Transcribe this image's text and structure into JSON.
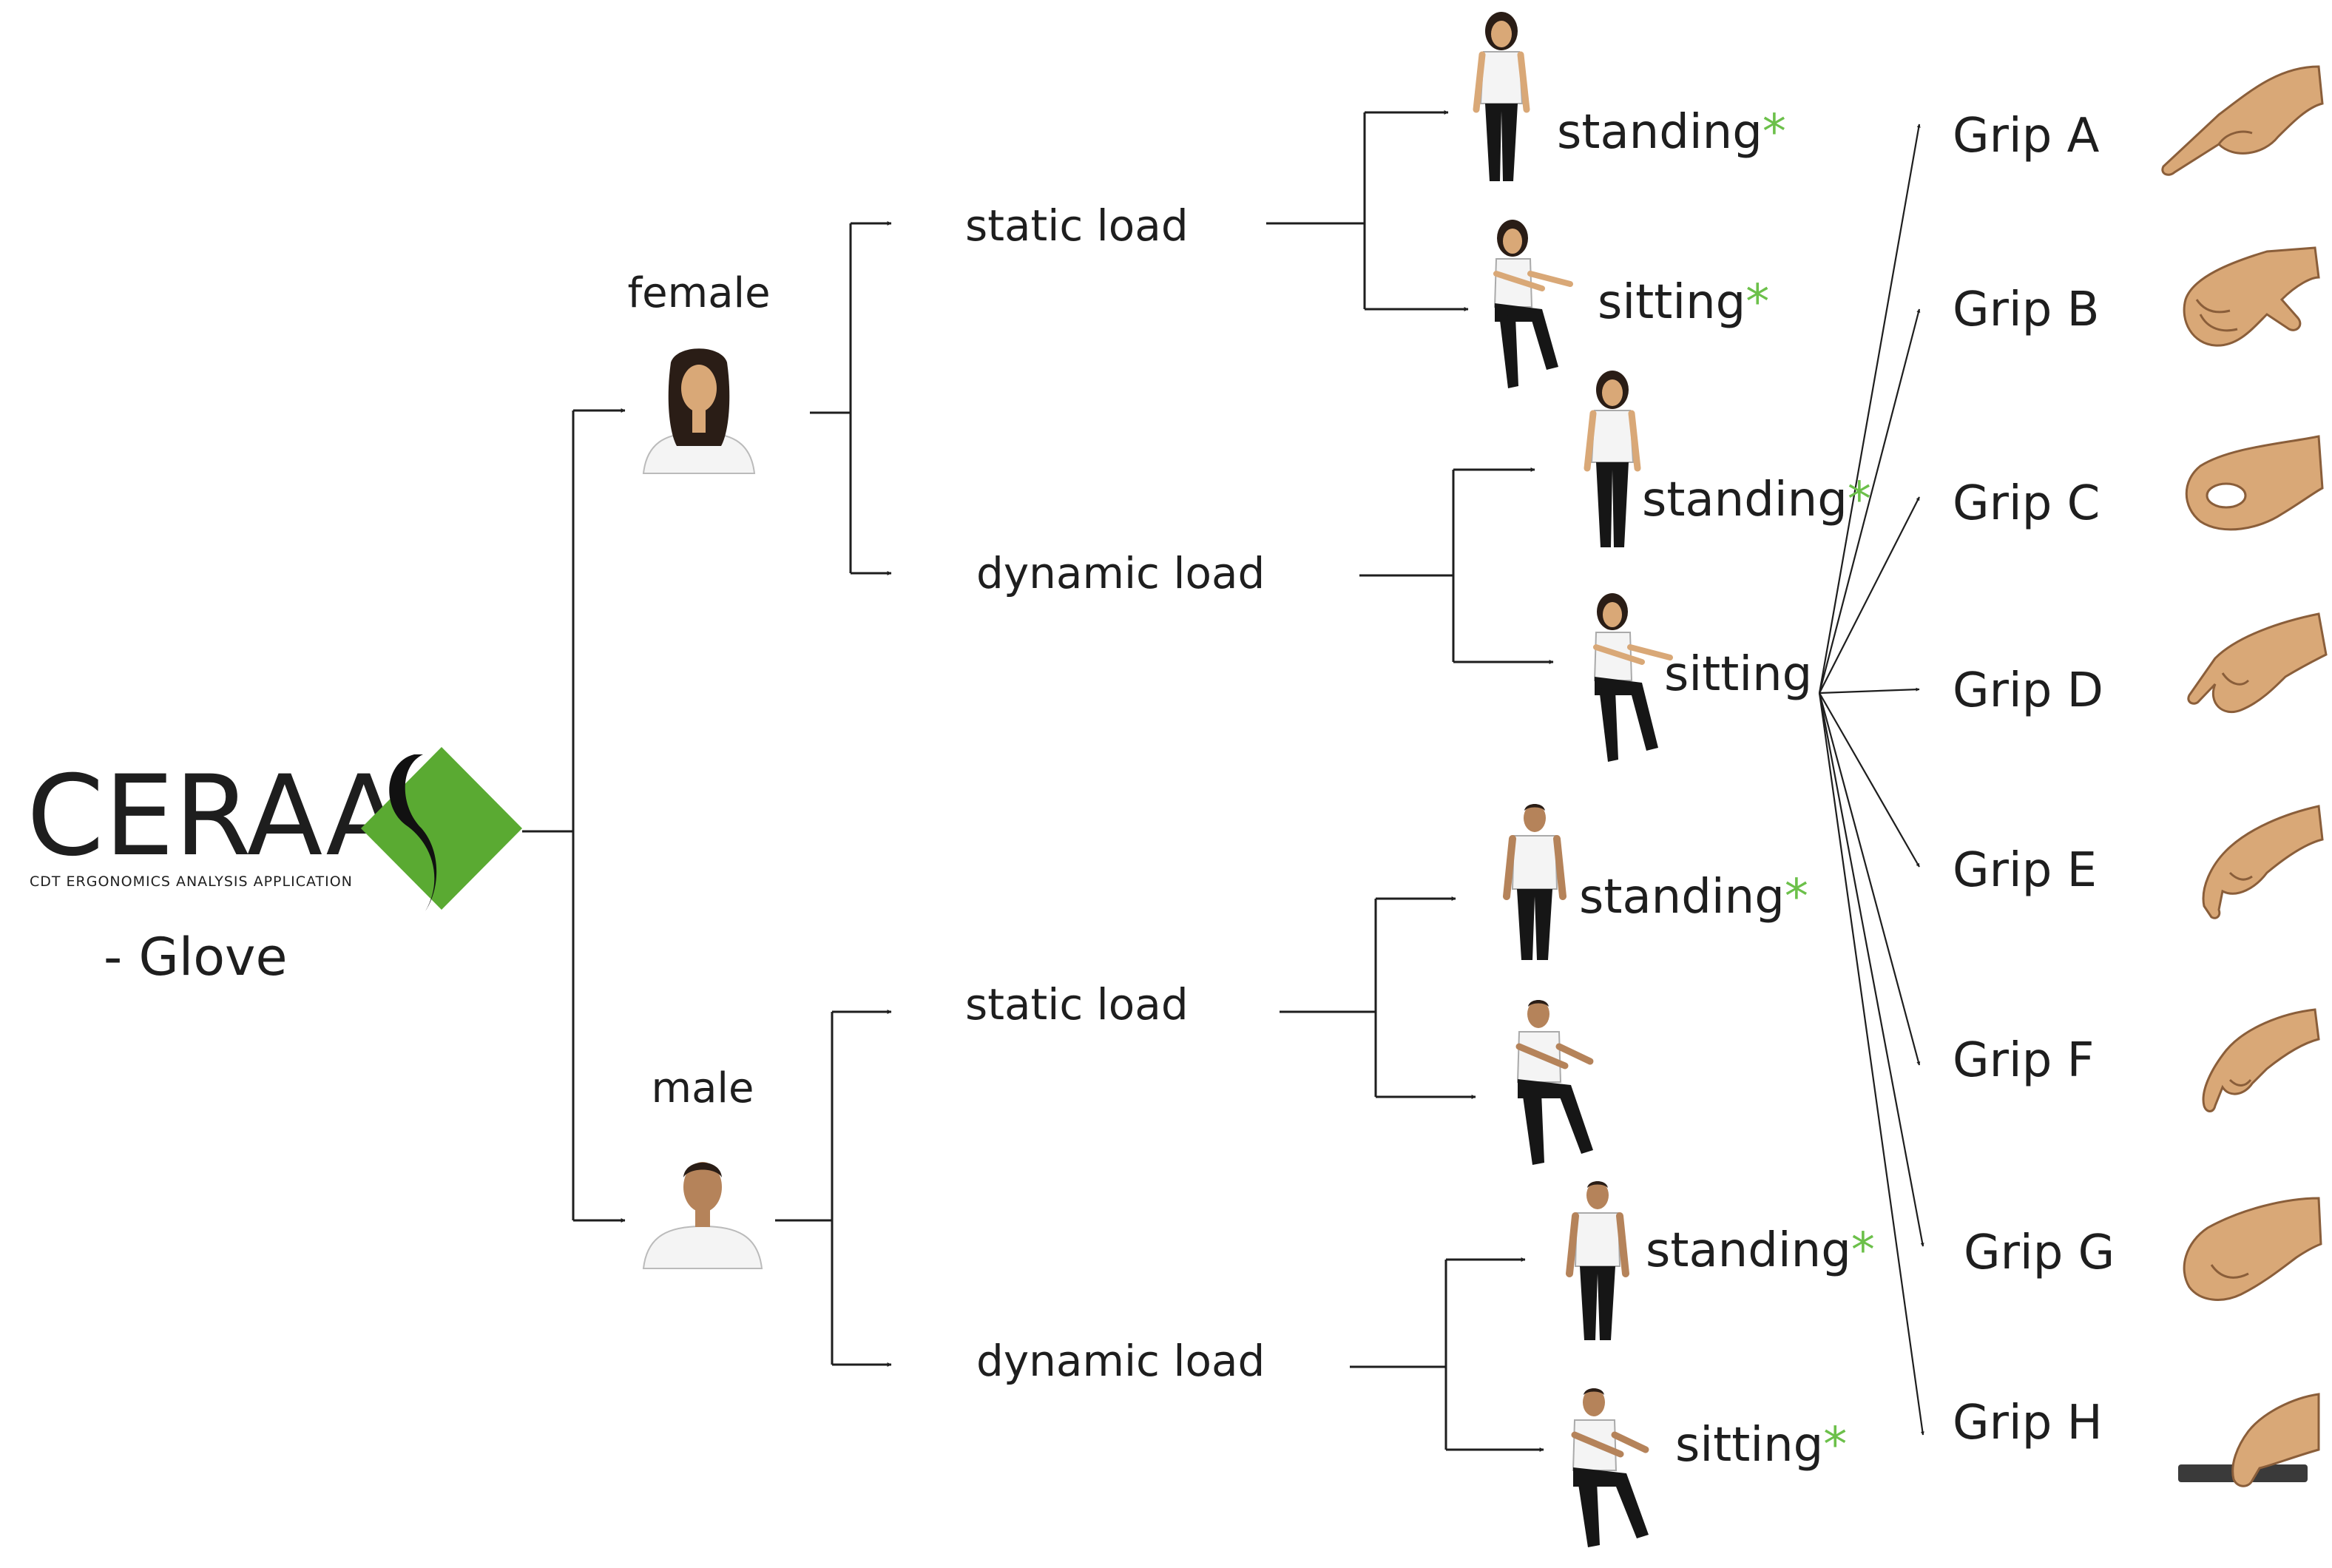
{
  "logo": {
    "name": "CERAA",
    "tagline": "CDT ERGONOMICS ANALYSIS APPLICATION",
    "subtitle": "- Glove",
    "brand_color": "#5aaa32"
  },
  "genders": [
    {
      "label": "female",
      "avatar": "female-avatar"
    },
    {
      "label": "male",
      "avatar": "male-avatar"
    }
  ],
  "loads": {
    "static": "static load",
    "dynamic": "dynamic load"
  },
  "postures": [
    {
      "label": "standing",
      "star": "*",
      "figure": "standing-female-figure"
    },
    {
      "label": "sitting",
      "star": "*",
      "figure": "sitting-female-figure"
    },
    {
      "label": "standing",
      "star": "*",
      "figure": "standing-female-figure"
    },
    {
      "label": "sitting",
      "star": "",
      "figure": "sitting-female-figure"
    },
    {
      "label": "standing",
      "star": "*",
      "figure": "standing-male-figure"
    },
    {
      "label": "",
      "star": "",
      "figure": "sitting-male-figure"
    },
    {
      "label": "standing",
      "star": "*",
      "figure": "standing-male-figure"
    },
    {
      "label": "sitting",
      "star": "*",
      "figure": "sitting-male-figure"
    }
  ],
  "grips": [
    {
      "label": "Grip A",
      "icon": "grip-a-hand-icon"
    },
    {
      "label": "Grip B",
      "icon": "grip-b-hand-icon"
    },
    {
      "label": "Grip C",
      "icon": "grip-c-hand-icon"
    },
    {
      "label": "Grip D",
      "icon": "grip-d-hand-icon"
    },
    {
      "label": "Grip E",
      "icon": "grip-e-hand-icon"
    },
    {
      "label": "Grip F",
      "icon": "grip-f-hand-icon"
    },
    {
      "label": "Grip G",
      "icon": "grip-g-hand-icon"
    },
    {
      "label": "Grip H",
      "icon": "grip-h-hand-icon"
    }
  ],
  "colors": {
    "line": "#1e1e1e",
    "star": "#6cc04a",
    "skin": "#d9a877",
    "shirt": "#f4f4f4",
    "pants": "#161616",
    "hair": "#2a1d16"
  }
}
